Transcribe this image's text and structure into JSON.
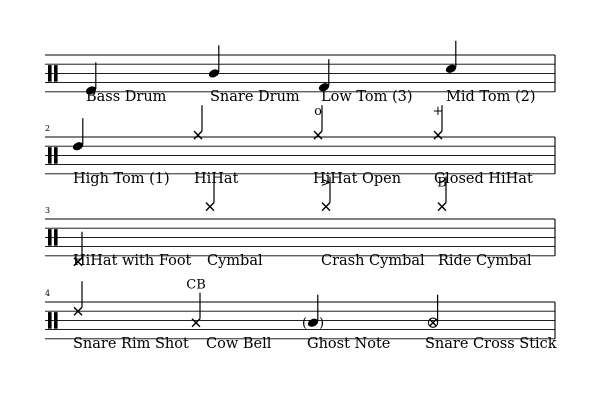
{
  "score": {
    "systems": [
      {
        "number": "",
        "notes": [
          {
            "label": "Bass Drum",
            "head": "filled",
            "mark": ""
          },
          {
            "label": "Snare Drum",
            "head": "filled",
            "mark": ""
          },
          {
            "label": "Low Tom (3)",
            "head": "filled",
            "mark": ""
          },
          {
            "label": "Mid Tom (2)",
            "head": "filled",
            "mark": ""
          }
        ]
      },
      {
        "number": "2",
        "notes": [
          {
            "label": "High Tom (1)",
            "head": "filled",
            "mark": ""
          },
          {
            "label": "HiHat",
            "head": "cross",
            "mark": ""
          },
          {
            "label": "HiHat Open",
            "head": "cross",
            "mark": "o"
          },
          {
            "label": "Closed HiHat",
            "head": "cross",
            "mark": "+"
          }
        ]
      },
      {
        "number": "3",
        "notes": [
          {
            "label": "HiHat with Foot",
            "head": "cross",
            "mark": ""
          },
          {
            "label": "Cymbal",
            "head": "cross",
            "mark": ""
          },
          {
            "label": "Crash Cymbal",
            "head": "cross",
            "mark": ">"
          },
          {
            "label": "Ride Cymbal",
            "head": "cross",
            "mark": "B"
          }
        ]
      },
      {
        "number": "4",
        "notes": [
          {
            "label": "Snare Rim Shot",
            "head": "cross",
            "mark": ""
          },
          {
            "label": "Cow Bell",
            "head": "cross",
            "mark": "CB"
          },
          {
            "label": "Ghost Note",
            "head": "ghost",
            "mark": ""
          },
          {
            "label": "Snare Cross Stick",
            "head": "circled-cross",
            "mark": ""
          }
        ]
      }
    ]
  }
}
